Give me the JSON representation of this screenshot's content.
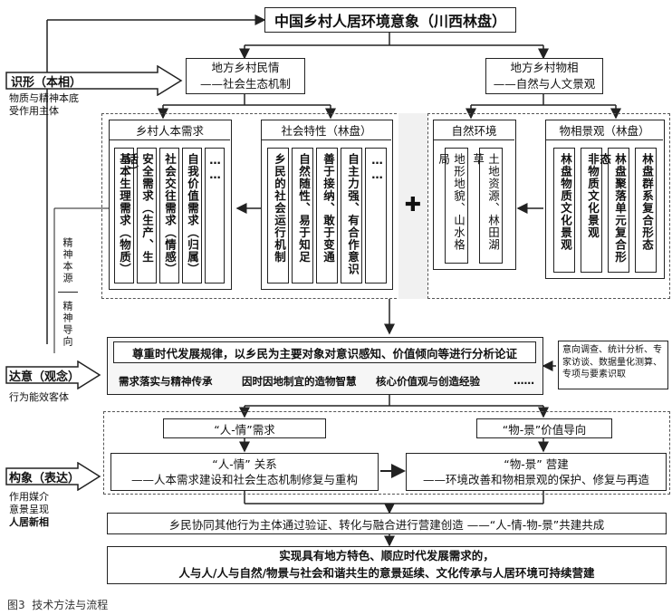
{
  "title": "中国乡村人居环境意象（川西林盘）",
  "left": {
    "shixing": "识形（本相）",
    "shixing_sub1": "物质与精神本底",
    "shixing_sub2": "受作用主体",
    "jingshen_benyuan": "精神本源",
    "jingshen_daoxiang": "精神导向",
    "dayi": "达意（观念）",
    "dayi_sub": "行为能效客体",
    "gouxiang": "构象（表达）",
    "gouxiang_sub1": "作用媒介",
    "gouxiang_sub2": "意景呈现",
    "gouxiang_sub3": "人居新相"
  },
  "minqing": {
    "line1": "地方乡村民情",
    "line2": "——社会生态机制"
  },
  "wuxiang": {
    "line1": "地方乡村物相",
    "line2": "——自然与人文景观"
  },
  "panel1": {
    "header": "乡村人本需求",
    "cols": [
      "基本生理需求（物质）",
      "安全需求（生产、生活）",
      "社会交往需求（情感）",
      "自我价值需求（归属）",
      "……"
    ]
  },
  "panel2": {
    "header": "社会特性（林盘）",
    "cols": [
      "乡民的社会运行机制",
      "自然随性、易于知足",
      "善于接纳、敢于变通",
      "自主力强、有合作意识",
      "……"
    ]
  },
  "plus": "✚",
  "panel3": {
    "header": "自然环境",
    "cols": [
      "地形地貌、山水格局",
      "土地资源、林田湖草"
    ]
  },
  "panel4": {
    "header": "物相景观（林盘）",
    "cols": [
      "林盘物质文化景观",
      "非物质文化景观",
      "林盘聚落单元复合形态",
      "林盘群系复合形态"
    ]
  },
  "analysis": {
    "main": "尊重时代发展规律，以乡民为主要对象对意识感知、价值倾向等进行分析论证",
    "items": [
      "需求落实与精神传承",
      "因时因地制宜的造物智慧",
      "核心价值观与创造经验",
      "……"
    ],
    "methods": "意向调查、统计分析、专家访谈、数据量化测算、专项与要素识取"
  },
  "need_label": "“人-情”需求",
  "value_label": "“物-景”价值导向",
  "renqing": {
    "line1": "“人-情” 关系",
    "line2": "——人本需求建设和社会生态机制修复与重构"
  },
  "wujing": {
    "line1": "“物-景” 营建",
    "line2": "——环境改善和物相景观的保护、修复与再造"
  },
  "cojoint": "乡民协同其他行为主体通过验证、转化与融合进行营建创造 ——“人-情-物-景”共建共成",
  "final": {
    "line1": "实现具有地方特色、顺应时代发展需求的，",
    "line2": "人与人/人与自然/物景与社会和谐共生的意景延续、文化传承与人居环境可持续营建"
  },
  "caption": "图3  技术方法与流程"
}
